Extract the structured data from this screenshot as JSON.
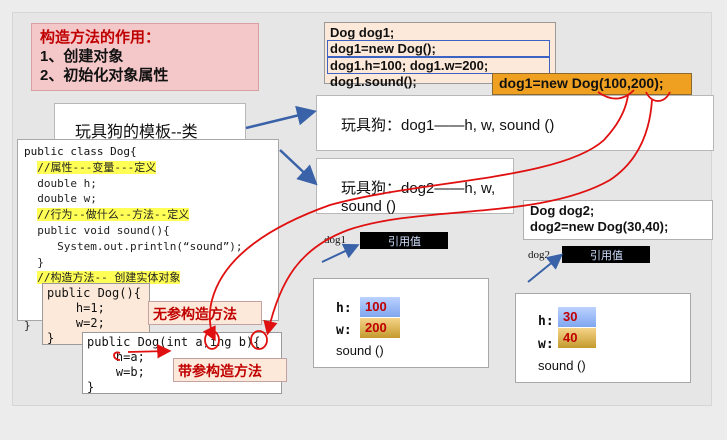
{
  "title": {
    "line1": "构造方法的作用：",
    "line2": "1、创建对象",
    "line3": "2、初始化对象属性"
  },
  "code_top": {
    "l1": "Dog dog1;",
    "l2": "dog1=new Dog();",
    "l3": "dog1.h=100;  dog1.w=200;",
    "l4": "dog1.sound();"
  },
  "dog1_new": "dog1=new Dog(100,200);",
  "template_label": "玩具狗的模板--类",
  "class_code": {
    "l1": "public class Dog{",
    "l2": "//属性---变量---定义",
    "l3": "double h;",
    "l4": "double w;",
    "l5": "//行为--做什么--方法--定义",
    "l6": "public void sound(){",
    "l7": "System.out.println(“sound”);",
    "l8": "}",
    "l9": "//构造方法-- 创建实体对象",
    "l10": "}"
  },
  "ctor_noarg": {
    "l1": "public Dog(){",
    "l2": "h=1;",
    "l3": "w=2;",
    "l4": "}"
  },
  "ctor_args": {
    "l1": "public Dog(int a,ing b){",
    "l2": "h=a;",
    "l3": "w=b;",
    "l4": "}"
  },
  "labels": {
    "noarg": "无参构造方法",
    "witharg": "带参构造方法"
  },
  "toy1": "玩具狗：dog1——h, w, sound ()",
  "toy2": "玩具狗：dog2——h, w, sound ()",
  "code_dog2": {
    "l1": "Dog dog2;",
    "l2": "dog2=new Dog(30,40);"
  },
  "ref1": {
    "label": "dog1",
    "value": "引用值"
  },
  "ref2": {
    "label": "dog2",
    "value": "引用值"
  },
  "obj1": {
    "h_label": "h:",
    "h_value": "100",
    "w_label": "w:",
    "w_value": "200",
    "method": "sound ()"
  },
  "obj2": {
    "h_label": "h:",
    "h_value": "30",
    "w_label": "w:",
    "w_value": "40",
    "method": "sound ()"
  },
  "colors": {
    "accent_red": "#c00000",
    "highlight_yellow": "#ffff55",
    "arrow_blue": "#3a62a8",
    "orange": "#f0a020"
  }
}
